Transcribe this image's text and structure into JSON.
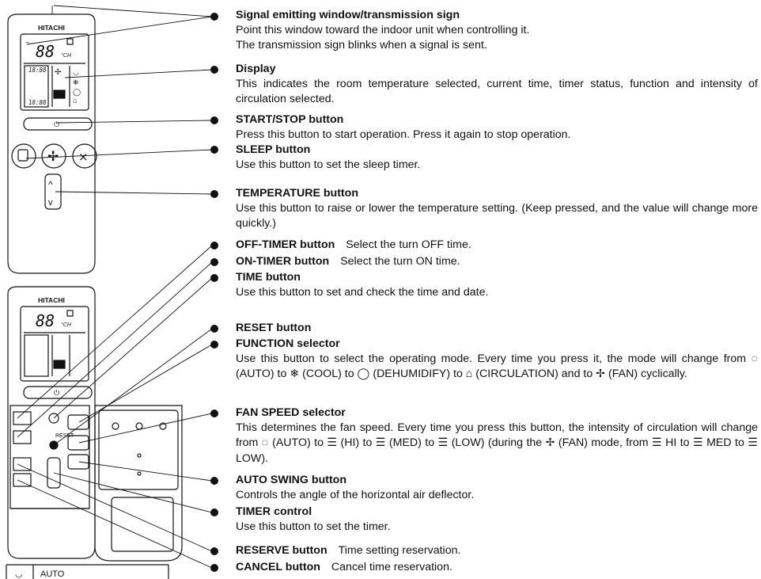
{
  "remote": {
    "brand": "HITACHI",
    "lcd_digits": "88",
    "lcd_unit": "°CH",
    "lcd_clock_top": "18:88",
    "lcd_clock_bottom": "18:88",
    "reset_label": "RESET"
  },
  "legend_table": {
    "row1_label": "AUTO",
    "row1_icon": "auto-icon"
  },
  "entries": [
    {
      "head": "Signal emitting window/transmission sign",
      "lines": [
        "Point this window toward the indoor unit when controlling it.",
        "The transmission sign blinks when a signal is sent."
      ]
    },
    {
      "head": "Display",
      "lines": [
        "This indicates the room temperature selected, current time, timer status, function and intensity of circulation selected."
      ]
    },
    {
      "head": "START/STOP button",
      "lines": [
        "Press this button to start operation. Press it again to stop operation."
      ]
    },
    {
      "head": "SLEEP button",
      "lines": [
        "Use this button to set the sleep timer."
      ]
    },
    {
      "head": "TEMPERATURE button",
      "lines": [
        "Use this button to raise or lower the temperature setting. (Keep pressed, and the value will change more quickly.)"
      ]
    },
    {
      "head": "OFF-TIMER button",
      "inline": "Select the turn OFF time."
    },
    {
      "head": "ON-TIMER button",
      "inline": "Select the turn ON time."
    },
    {
      "head": "TIME button",
      "lines": [
        "Use this button to set and check the time and date."
      ]
    },
    {
      "head": "RESET button"
    },
    {
      "head": "FUNCTION selector",
      "lines": [
        "Use this button to select the operating mode. Every time you press it, the mode will change from ◌ (AUTO) to ❄ (COOL) to ◯ (DEHUMIDIFY) to ⌂ (CIRCULATION) and to ✢ (FAN) cyclically."
      ]
    },
    {
      "head": "FAN SPEED selector",
      "lines": [
        "This determines the fan speed. Every time you press this button, the intensity of circulation will change from ◌ (AUTO) to ☰ (HI) to ☰ (MED) to ☰ (LOW) (during the ✢ (FAN) mode, from ☰ HI to ☰ MED to ☰ LOW)."
      ]
    },
    {
      "head": "AUTO SWING button",
      "lines": [
        "Controls the angle of the horizontal air deflector."
      ]
    },
    {
      "head": "TIMER control",
      "lines": [
        "Use this button to set the timer."
      ]
    },
    {
      "head": "RESERVE button",
      "inline": "Time setting reservation."
    },
    {
      "head": "CANCEL button",
      "inline": "Cancel time reservation."
    }
  ]
}
